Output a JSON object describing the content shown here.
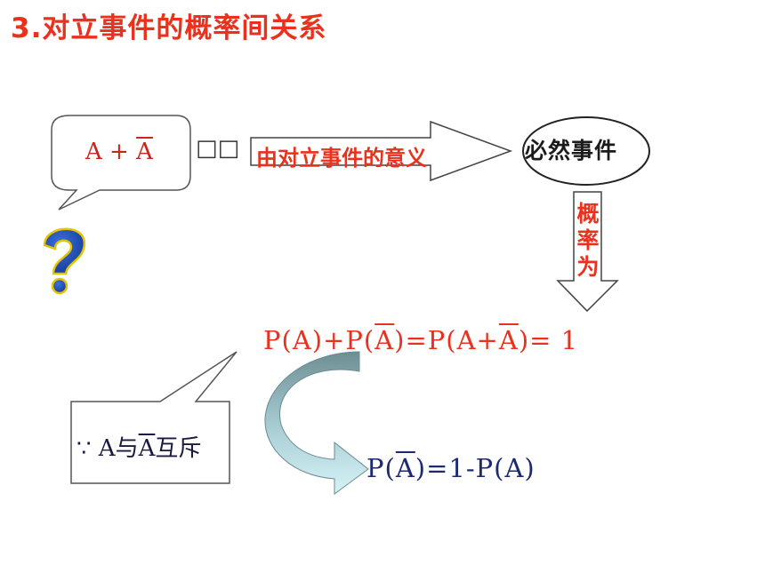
{
  "title": "3.对立事件的概率间关系",
  "bubble": {
    "expr_prefix": "A + ",
    "expr_bar": "A"
  },
  "boxes_glyph": "□□",
  "arrow_label": "由对立事件的意义",
  "ellipse_label": "必然事件",
  "down_arrow_label": [
    "概",
    "率",
    "为"
  ],
  "formula1": {
    "p1": "P(A)+P(",
    "bar1": "A",
    "mid": ")=P(A+",
    "bar2": "A",
    "end": ")=  1"
  },
  "note": {
    "because": "∵",
    "pre": " A与",
    "bar": "A",
    "post": "互斥"
  },
  "formula2": {
    "pre": "P(",
    "bar": "A",
    "post": ")=1-P(A)"
  },
  "icons": {
    "question": "question-mark-icon"
  },
  "colors": {
    "title": "#e8321e",
    "accent": "#e8321e",
    "formula2": "#1c2a70",
    "curved_arrow_top": "#6d8f94",
    "curved_arrow_bottom": "#bfe8ee"
  }
}
